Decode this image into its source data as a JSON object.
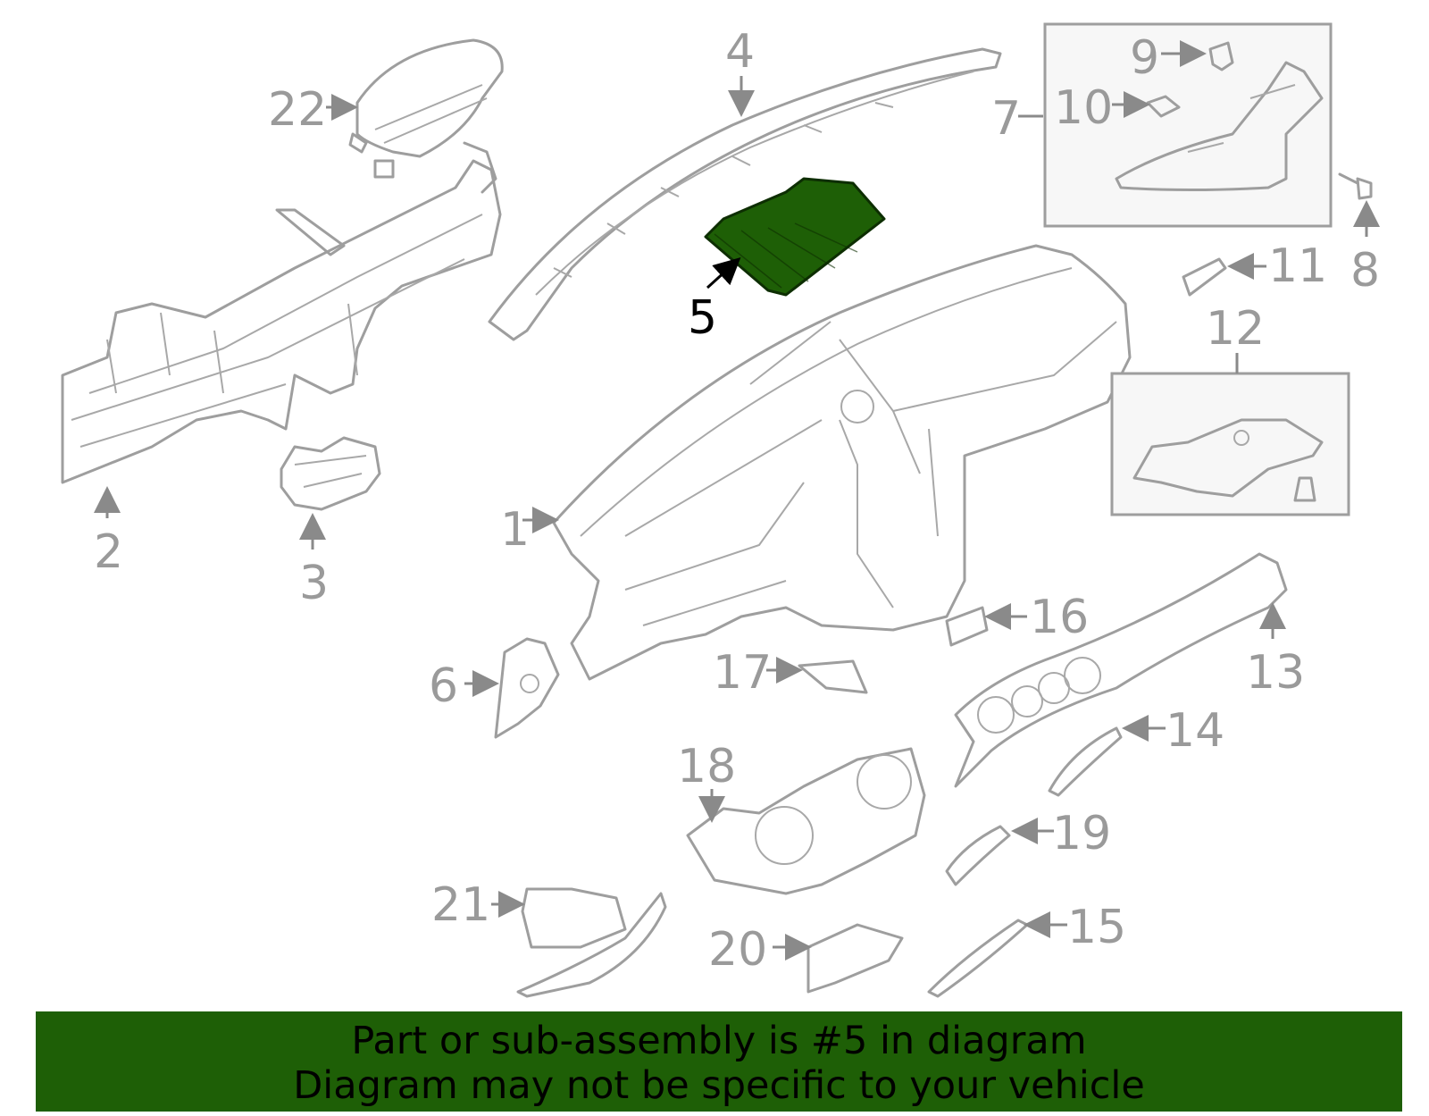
{
  "diagram": {
    "highlighted_part": "5",
    "highlight_color": "#1e5f06",
    "callouts": [
      "1",
      "2",
      "3",
      "4",
      "5",
      "6",
      "7",
      "8",
      "9",
      "10",
      "11",
      "12",
      "13",
      "14",
      "15",
      "16",
      "17",
      "18",
      "19",
      "20",
      "21",
      "22"
    ]
  },
  "banner": {
    "line1": "Part or sub-assembly is #5 in diagram",
    "line2": "Diagram may not be specific to your vehicle",
    "background": "#1e5f06"
  }
}
